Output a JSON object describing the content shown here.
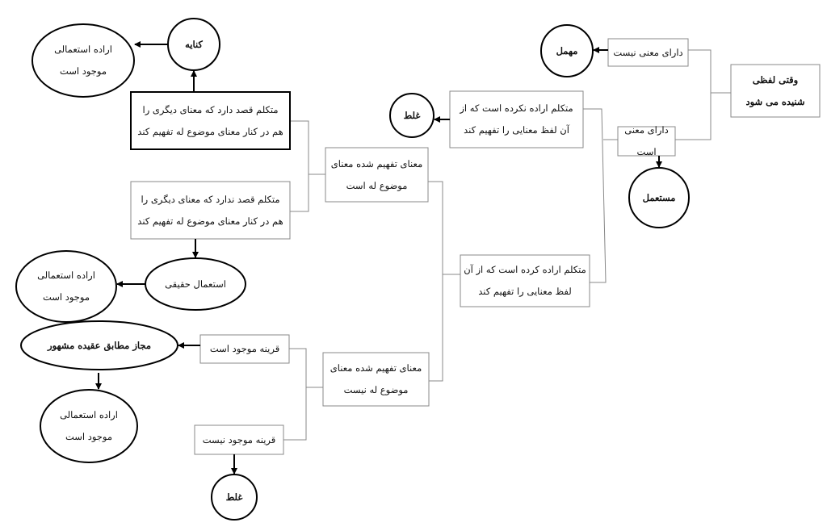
{
  "nodes": {
    "root": [
      "وقتی لفظی",
      "شنیده می شود"
    ],
    "has_no_meaning": "دارای معنی نیست",
    "mohmal": "مهمل",
    "has_meaning": "دارای معنی است",
    "mostamal": "مستعمل",
    "not_intended": [
      "متکلم اراده نکرده است که از",
      "آن لفظ معنایی را تفهیم کند"
    ],
    "wrong_1": "غلط",
    "intended": [
      "متکلم اراده کرده است که از آن",
      "لفظ معنایی را تفهیم کند"
    ],
    "is_literal": [
      "معنای تفهیم شده معنای",
      "موضوع له است"
    ],
    "not_literal": [
      "معنای تفهیم شده معنای",
      "موضوع له نیست"
    ],
    "intends_other": [
      "متکلم قصد دارد که معنای دیگری را",
      "هم در کنار معنای موضوع له تفهیم کند"
    ],
    "kinaye": "کنایه",
    "usage_will_1": [
      "اراده استعمالی",
      "موجود است"
    ],
    "not_intends_other": [
      "متکلم قصد ندارد که معنای دیگری را",
      "هم در کنار معنای موضوع له تفهیم کند"
    ],
    "real_usage": "استعمال حقیقی",
    "usage_will_2": [
      "اراده استعمالی",
      "موجود است"
    ],
    "context_exists": "قرینه موجود است",
    "majaz": "مجاز مطابق عقیده مشهور",
    "usage_will_3": [
      "اراده استعمالی",
      "موجود است"
    ],
    "context_not_exists": "قرینه موجود نیست",
    "wrong_2": "غلط"
  }
}
